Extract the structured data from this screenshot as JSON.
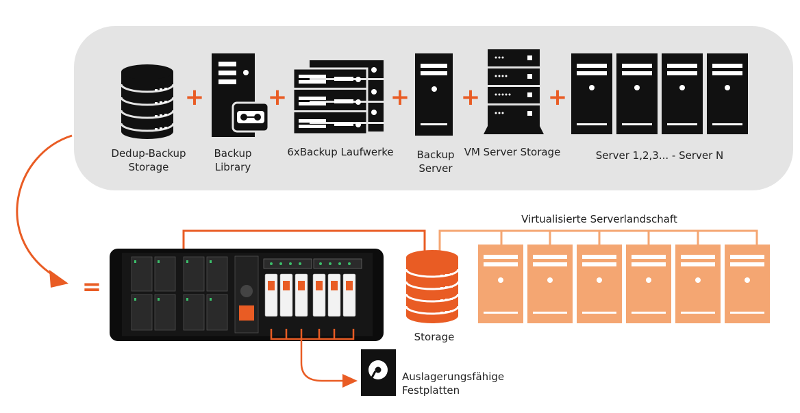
{
  "legacy_components": [
    {
      "line1": "Dedup-Backup",
      "line2": "Storage"
    },
    {
      "line1": "Backup",
      "line2": "Library"
    },
    {
      "line1": "6xBackup Laufwerke",
      "line2": ""
    },
    {
      "line1": "Backup",
      "line2": "Server"
    },
    {
      "line1": "VM Server Storage",
      "line2": ""
    },
    {
      "line1": "Server 1,2,3... - Server N",
      "line2": ""
    }
  ],
  "operators": {
    "plus": "+",
    "equals": "="
  },
  "virtual_landscape_label": "Virtualisierte Serverlandschaft",
  "storage_label": "Storage",
  "removable_disks_label": {
    "line1": "Auslagerungsfähige",
    "line2": "Festplatten"
  },
  "colors": {
    "accent": "#e95c24",
    "accent_light": "#f4a672",
    "panel": "#e4e4e4",
    "icon_dark": "#111111"
  },
  "icons": [
    "database-icon",
    "tape-library-icon",
    "tape-drives-icon",
    "server-tower-icon",
    "storage-rack-icon",
    "server-tower-icon",
    "appliance-icon",
    "disk-icon"
  ]
}
